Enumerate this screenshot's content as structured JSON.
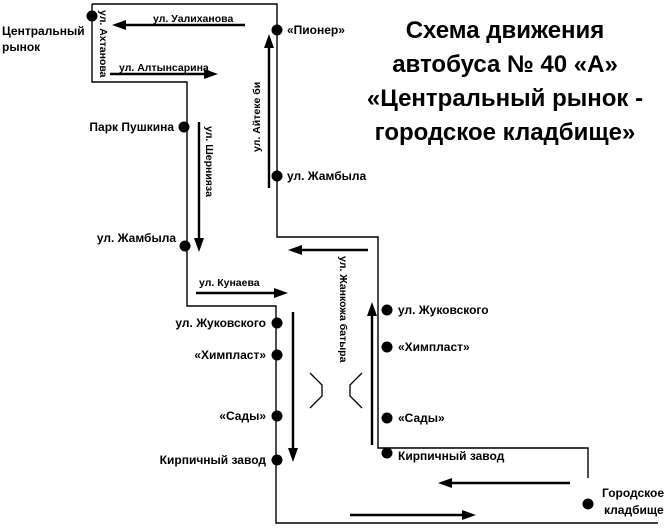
{
  "title": {
    "line1": "Схема движения",
    "line2": "автобуса № 40 «А»",
    "line3": "«Центральный рынок -",
    "line4": "городское кладбище»"
  },
  "stops": {
    "central_market_line1": "Центральный",
    "central_market_line2": "рынок",
    "park_pushkina": "Парк Пушкина",
    "zhambyla_left": "ул. Жамбыла",
    "zhukovskogo_left": "ул. Жуковского",
    "khimplast_left": "«Химпласт»",
    "sady_left": "«Сады»",
    "kirpichny_left": "Кирпичный завод",
    "pioner": "«Пионер»",
    "zhambyla_right": "ул. Жамбыла",
    "zhukovskogo_right": "ул. Жуковского",
    "khimplast_right": "«Химпласт»",
    "sady_right": "«Сады»",
    "kirpichny_right": "Кирпичный завод",
    "cemetery_line1": "Городское",
    "cemetery_line2": "кладбище"
  },
  "streets": {
    "ualikhanova": "ул. Уалиханова",
    "akhtanova": "ул. Ахтанова",
    "altynsarina": "ул. Алтынсарина",
    "sherniyaza": "ул. Шерниязa",
    "aiteke_bi": "ул. Айтеке би",
    "kunaeva": "ул. Кунаева",
    "zhankozha_batyra": "ул. Жанкожа батыра"
  }
}
